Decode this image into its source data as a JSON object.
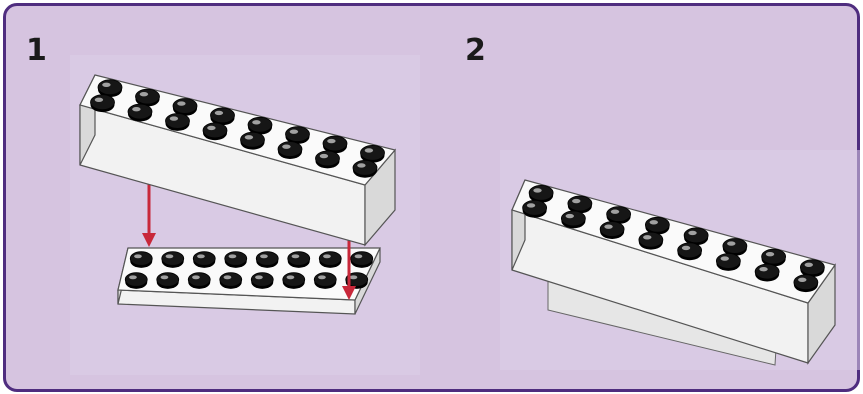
{
  "steps": [
    {
      "number": "1",
      "description": "brick-above-plate"
    },
    {
      "number": "2",
      "description": "brick-on-plate"
    }
  ],
  "colors": {
    "background": "#d6c4e0",
    "border": "#4f2d7f",
    "brick_face": "#f2f2f2",
    "brick_shade": "#d9d9d9",
    "stud": "#161616",
    "arrow": "#c8283a"
  },
  "icons": {
    "arrow": "down-arrow-icon"
  }
}
